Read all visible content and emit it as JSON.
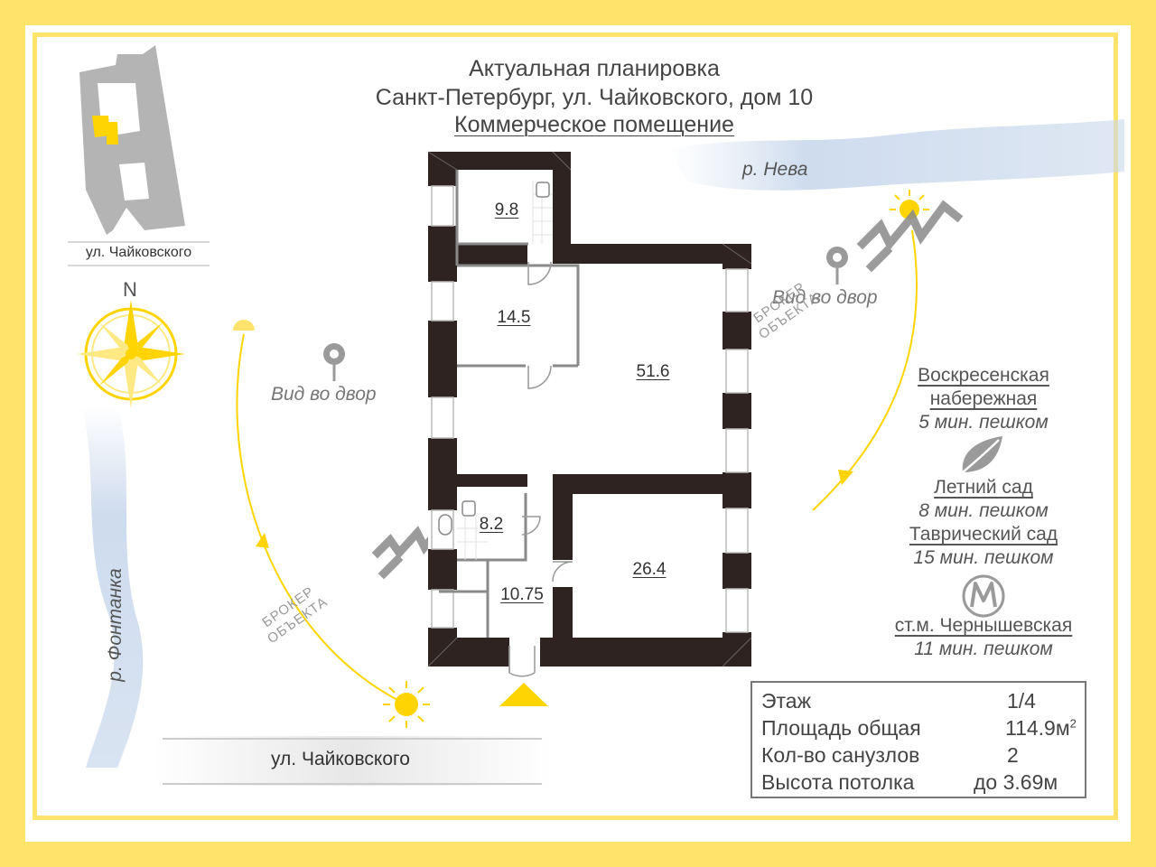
{
  "header": {
    "line1": "Актуальная планировка",
    "line2": "Санкт-Петербург, ул. Чайковского, дом 10",
    "line3": "Коммерческое помещение"
  },
  "site_map": {
    "street_label": "ул. Чайковского"
  },
  "compass": {
    "north_label": "N"
  },
  "rooms": [
    "9.8",
    "14.5",
    "51.6",
    "8.2",
    "10.75",
    "26.4"
  ],
  "views": {
    "left": "Вид во двор",
    "right": "Вид во двор"
  },
  "rivers": {
    "neva": "р. Нева",
    "fontanka": "р. Фонтанка"
  },
  "street_bottom": "ул. Чайковского",
  "broker_watermark": {
    "line1": "БРОКЕР",
    "line2": "ОБЪЕКТА"
  },
  "poi": [
    {
      "name_line1": "Воскресенская",
      "name_line2": "набережная",
      "time": "5 мин. пешком"
    },
    {
      "name_line1": "Летний сад",
      "time": "8 мин. пешком"
    },
    {
      "name_line1": "Таврический сад",
      "time": "15 мин. пешком"
    },
    {
      "name_line1": "ст.м. Чернышевская",
      "time": "11 мин. пешком"
    }
  ],
  "specs": {
    "floor_label": "Этаж",
    "floor_value": "1/4",
    "area_label": "Площадь общая",
    "area_value": "114.9м",
    "area_unit_sup": "2",
    "bath_label": "Кол-во санузлов",
    "bath_value": "2",
    "height_label": "Высота потолка",
    "height_value": "до 3.69м"
  },
  "colors": {
    "frame": "#ffe36b",
    "wall": "#2f2321",
    "accent": "#ffd400",
    "river": "#c9d8ec"
  },
  "icons": [
    "compass-rose-icon",
    "sun-icon",
    "location-pin-icon",
    "leaf-icon",
    "metro-icon",
    "entrance-arrow-icon"
  ]
}
